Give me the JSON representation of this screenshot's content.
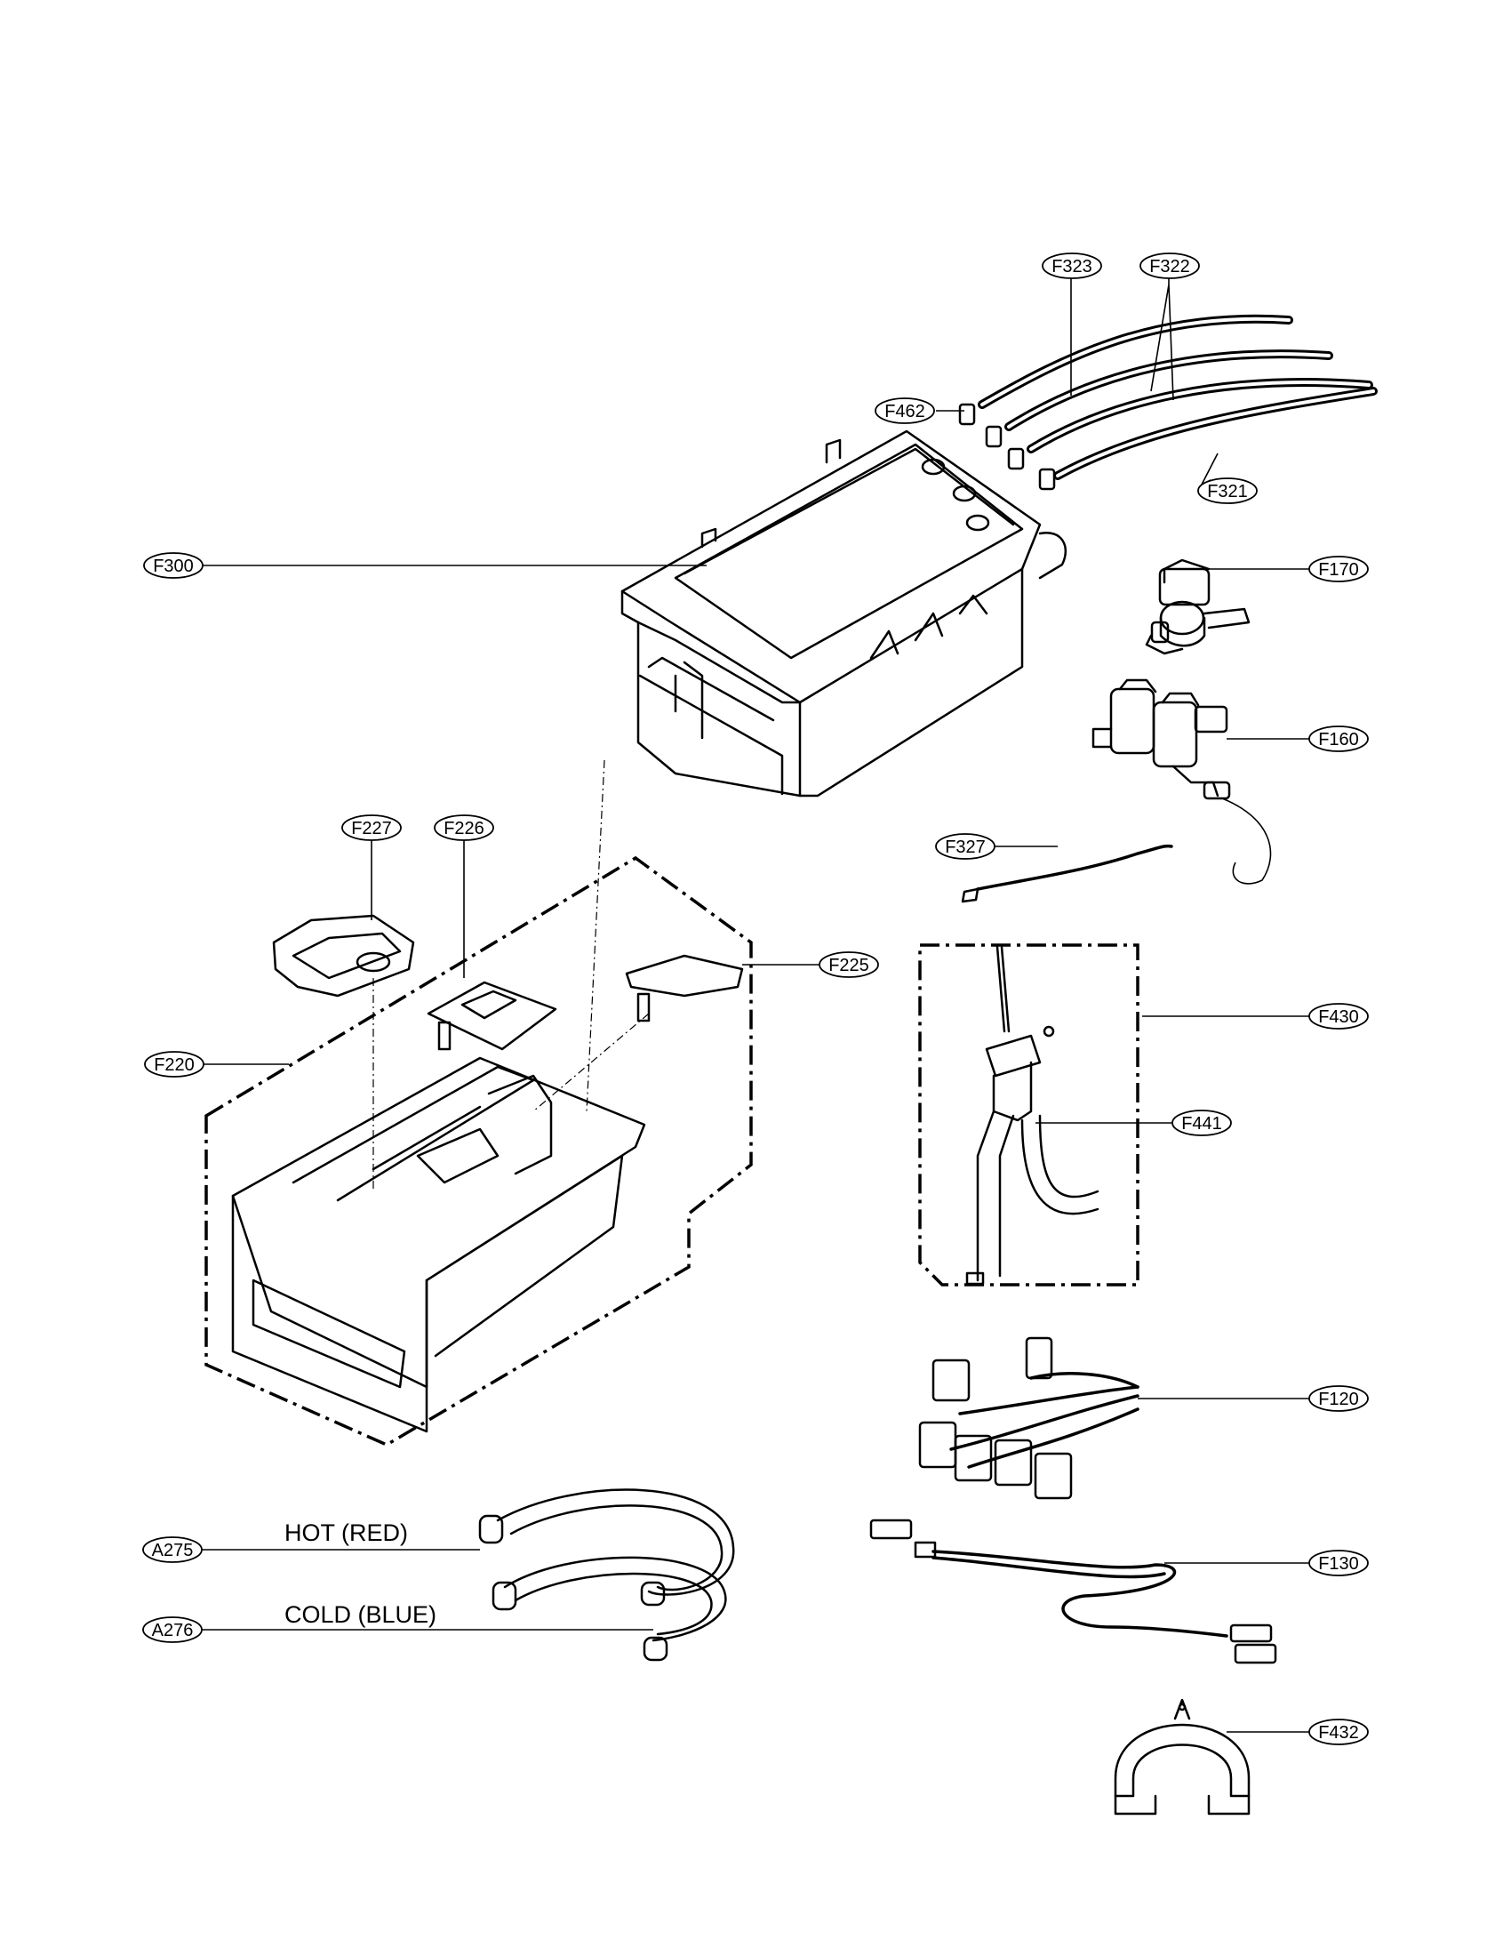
{
  "callouts": {
    "F323": "F323",
    "F322": "F322",
    "F462": "F462",
    "F321": "F321",
    "F300": "F300",
    "F170": "F170",
    "F160": "F160",
    "F327": "F327",
    "F227": "F227",
    "F226": "F226",
    "F225": "F225",
    "F430": "F430",
    "F220": "F220",
    "F441": "F441",
    "F120": "F120",
    "A275": "A275",
    "F130": "F130",
    "A276": "A276",
    "F432": "F432"
  },
  "hose_labels": {
    "hot": "HOT (RED)",
    "cold": "COLD (BLUE)"
  }
}
